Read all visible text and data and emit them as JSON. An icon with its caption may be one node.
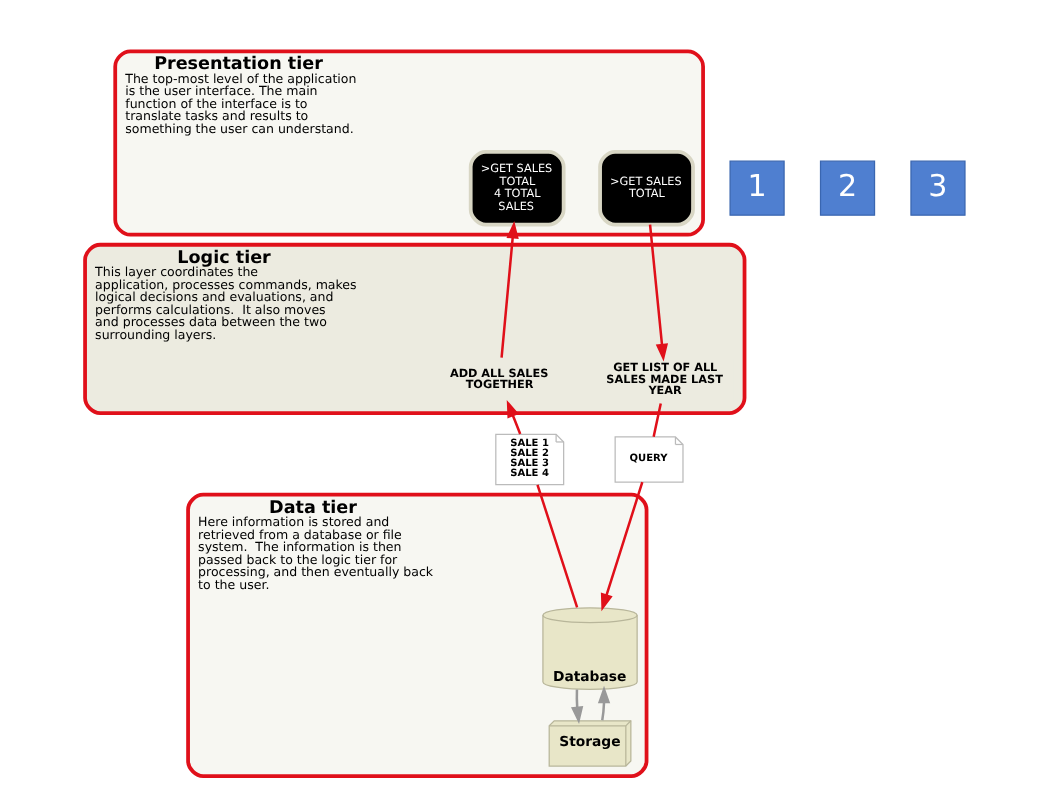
{
  "diagram": {
    "nodes": [
      {
        "text": [
          "Presentation tier",
          "The top-most level of the application is the user interface. The main function of the interface is to translate tasks and results to something the user can understand."
        ]
      },
      {
        "text": [
          ">GET SALES TOTAL"
        ],
        "in": 0
      },
      {
        "text": [
          ">GET SALES TOTAL",
          "4 TOTAL SALES"
        ],
        "in": 0
      },
      {
        "text": [
          "1"
        ]
      },
      {
        "text": [
          "Logic tier",
          "This layer coordinates the application, processes commands, makes logical decisions and evaluations, and performs calculations.  It also moves and processes data between the two surrounding layers."
        ]
      },
      {
        "text": [
          "GET LIST OF ALL SALES MADE LAST YEAR"
        ],
        "in": 4
      },
      {
        "text": [
          "ADD ALL SALES TOGETHER"
        ],
        "in": 4
      },
      {
        "text": [
          "2"
        ]
      },
      {
        "text": [
          "Data tier",
          "Here information is stored and retrieved from a database or file system.  The information is then passed back to the logic tier for processing, and then eventually back to the user."
        ]
      },
      {
        "text": [
          "QUERY"
        ]
      },
      {
        "text": [
          "SALE 1",
          "SALE 2",
          "SALE 3",
          "SALE 4"
        ]
      },
      {
        "text": [
          "Database"
        ],
        "in": 8
      },
      {
        "text": [
          "Storage"
        ],
        "in": 8
      },
      {
        "text": [
          "3"
        ]
      }
    ],
    "edges": [
      {
        "from": 1,
        "to": 5,
        "arrow": "to"
      },
      {
        "from": 5,
        "to": 9,
        "arrow": "none"
      },
      {
        "from": 9,
        "to": 11,
        "arrow": "to"
      },
      {
        "from": 11,
        "to": 10,
        "arrow": "none"
      },
      {
        "from": 10,
        "to": 6,
        "arrow": "to"
      },
      {
        "from": 6,
        "to": 2,
        "arrow": "to"
      },
      {
        "from": 12,
        "to": 11,
        "arrow": "to",
        "color": "#999999"
      },
      {
        "from": 11,
        "to": 12,
        "arrow": "to",
        "color": "#999999"
      }
    ]
  }
}
